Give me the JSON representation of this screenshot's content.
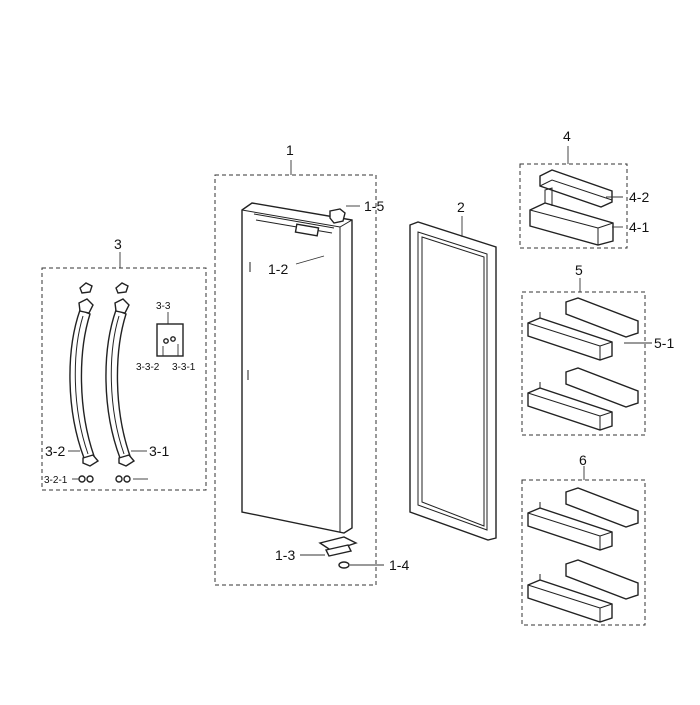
{
  "labels": {
    "p1": "1",
    "p1_2": "1-2",
    "p1_3": "1-3",
    "p1_4": "1-4",
    "p1_5": "1-5",
    "p2": "2",
    "p3": "3",
    "p3_1": "3-1",
    "p3_2": "3-2",
    "p3_2_1": "3-2-1",
    "p3_3": "3-3",
    "p3_3_1": "3-3-1",
    "p3_3_2": "3-3-2",
    "p4": "4",
    "p4_1": "4-1",
    "p4_2": "4-2",
    "p5": "5",
    "p5_1": "5-1",
    "p6": "6"
  }
}
